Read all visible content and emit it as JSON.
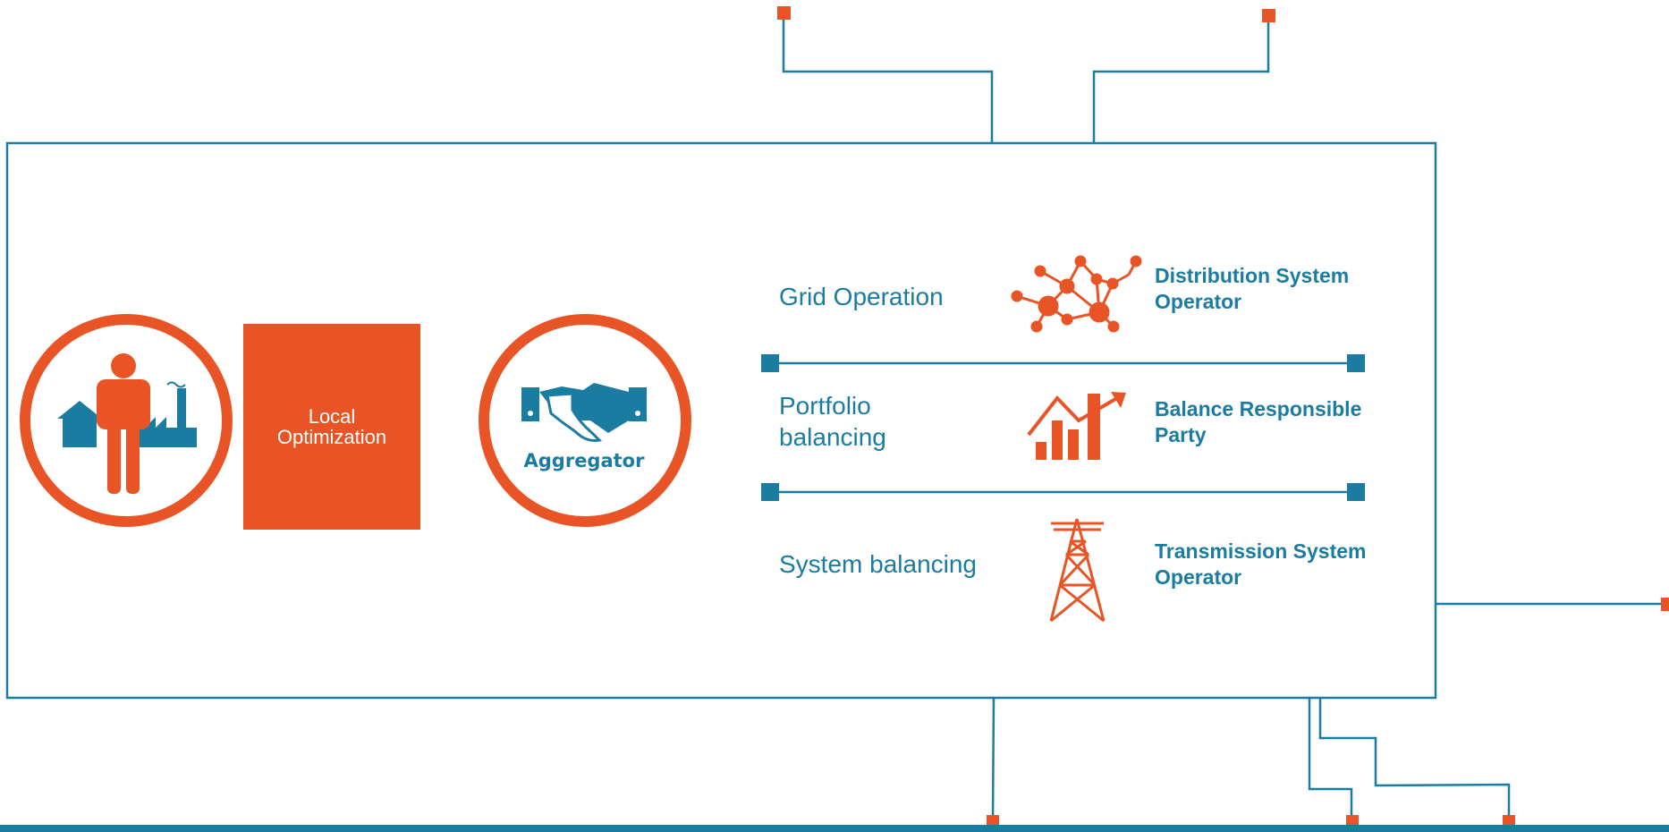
{
  "colors": {
    "blue": "#1B7CA1",
    "orange": "#E85425"
  },
  "left": {
    "consumer_icon": "person-with-house-and-factory-icon",
    "local_optimization": [
      "Local",
      "Optimization"
    ],
    "aggregator_icon": "handshake-icon",
    "aggregator_label": "Aggregator"
  },
  "rows": [
    {
      "label": [
        "Grid Operation"
      ],
      "icon": "network-nodes-icon",
      "role": [
        "Distribution System",
        "Operator"
      ]
    },
    {
      "label": [
        "Portfolio",
        "balancing"
      ],
      "icon": "bar-chart-up-arrow-icon",
      "role": [
        "Balance Responsible",
        "Party"
      ]
    },
    {
      "label": [
        "System balancing"
      ],
      "icon": "transmission-tower-icon",
      "role": [
        "Transmission System",
        "Operator"
      ]
    }
  ]
}
